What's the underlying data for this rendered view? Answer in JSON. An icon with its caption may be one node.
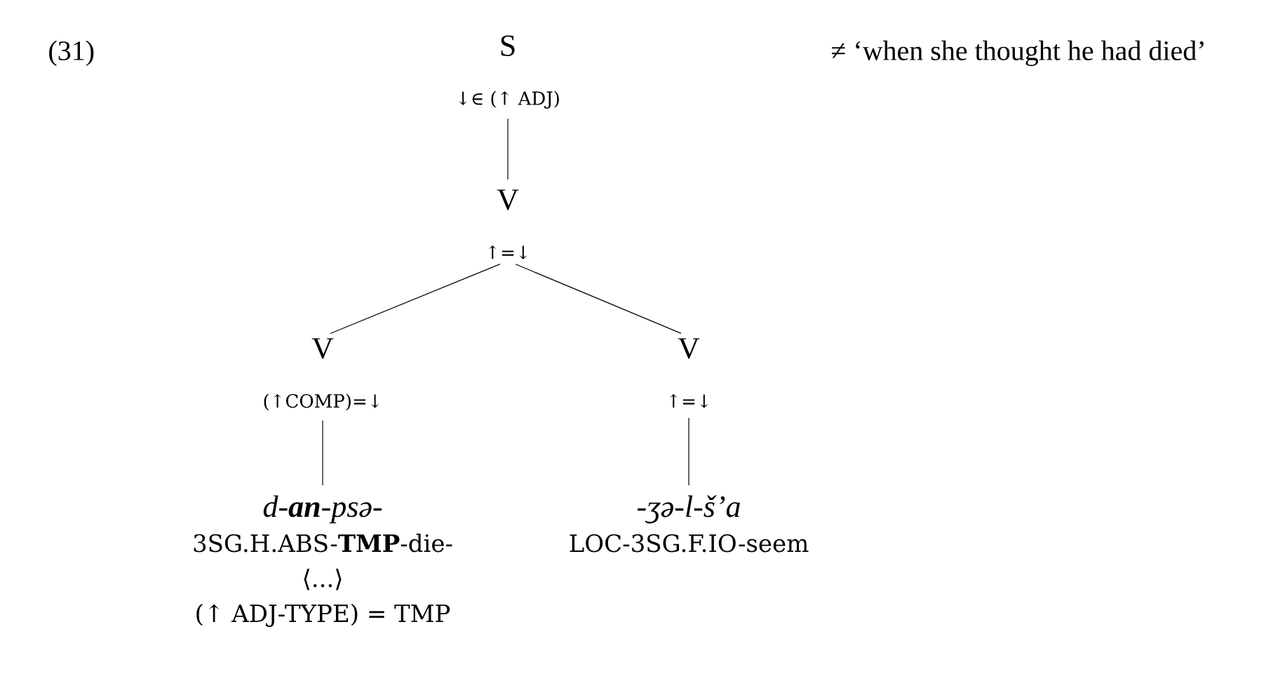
{
  "diagram": {
    "nodes": [
      {
        "text": [
          "S",
          "↓∈ (↑ ADJ)"
        ]
      },
      {
        "text": [
          "V",
          "↑=↓"
        ]
      },
      {
        "text": [
          "V",
          "(↑COMP)=↓"
        ]
      },
      {
        "text": [
          "V",
          "↑=↓"
        ]
      },
      {
        "text": [
          "d-**an**-psə-",
          "3SG.H.ABS-**TMP**-die-",
          "⟨...⟩",
          "(↑ ADJ-TYPE) = TMP"
        ]
      },
      {
        "text": [
          "-ʒə-l-š’a",
          "LOC-3SG.F.IO-seem"
        ]
      }
    ],
    "edges": [
      {
        "from": 0,
        "to": 1,
        "arrow": "none"
      },
      {
        "from": 1,
        "to": 2,
        "arrow": "none"
      },
      {
        "from": 1,
        "to": 3,
        "arrow": "none"
      },
      {
        "from": 2,
        "to": 4,
        "arrow": "none"
      },
      {
        "from": 3,
        "to": 5,
        "arrow": "none"
      }
    ],
    "labels": [
      "(31)",
      "≠ ‘when she thought he had died’"
    ]
  }
}
